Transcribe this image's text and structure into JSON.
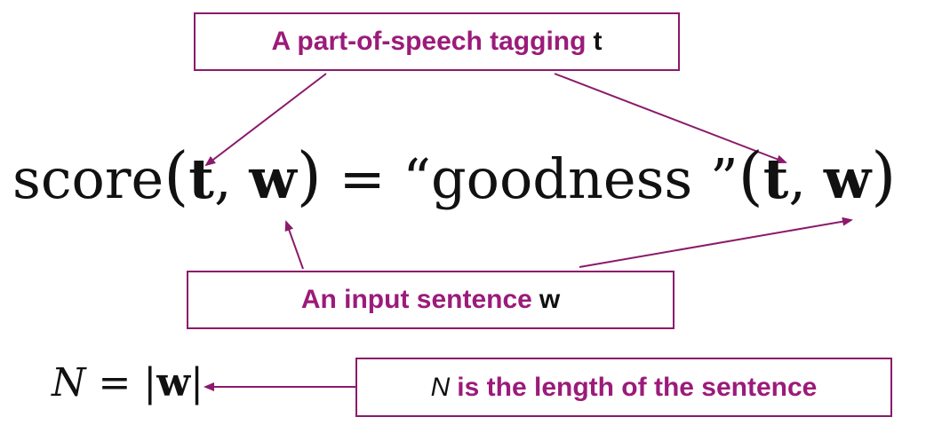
{
  "labels": {
    "tagging": {
      "text": "A part-of-speech tagging",
      "var": "t"
    },
    "sentence": {
      "text": "An input sentence",
      "var": "w"
    },
    "length": {
      "var": "N",
      "text": "is the length of the sentence"
    }
  },
  "equation": {
    "lhs_func": "score",
    "lparen": "(",
    "t": "t",
    "comma1": ",",
    "w": "w",
    "rparen": ")",
    "equals": "=",
    "open_quote": "“",
    "goodness": "goodness",
    "close_quote": "”",
    "lparen2": "(",
    "t2": "t",
    "comma2": ",",
    "w2": "w",
    "rparen2": ")"
  },
  "length_equation": {
    "n": "N",
    "equals": "=",
    "bar_left": "|",
    "w": "w",
    "bar_right": "|"
  },
  "colors": {
    "accent": "#9b1b7a",
    "border": "#8b1a6b",
    "arrow": "#8b1a6b",
    "text": "#111111"
  }
}
